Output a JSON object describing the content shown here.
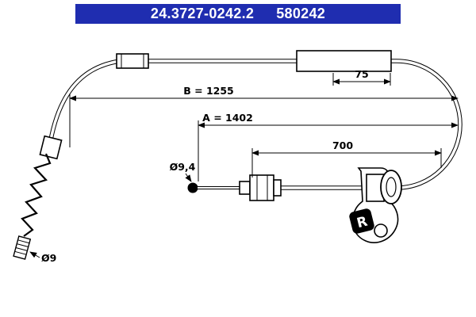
{
  "header": {
    "part_number": "24.3727-0242.2",
    "reference_number": "580242",
    "background_color": "#1f2db0",
    "text_color": "#ffffff"
  },
  "diagram": {
    "labels": {
      "dim_b": "B = 1255",
      "dim_a": "A = 1402",
      "dim_700": "700",
      "dim_75": "75",
      "dia_ball": "Ø9,4",
      "dia_thread": "Ø9",
      "bracket_marking": "R"
    },
    "line_color": "#000000",
    "background_color": "#ffffff"
  }
}
